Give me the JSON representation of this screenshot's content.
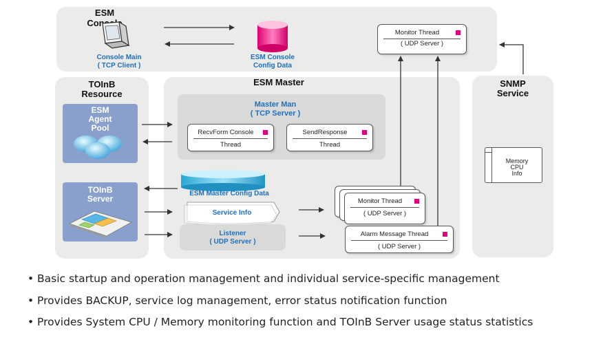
{
  "console": {
    "title": "ESM Console",
    "main_label_1": "Console Main",
    "main_label_2": "( TCP Client )",
    "config_label_1": "ESM Console",
    "config_label_2": "Config Data",
    "monitor_name": "Monitor Thread",
    "monitor_sub": "( UDP  Server )"
  },
  "resource": {
    "title_1": "TOInB",
    "title_2": "Resource",
    "agent_pool_1": "ESM",
    "agent_pool_2": "Agent",
    "agent_pool_3": "Pool",
    "server_1": "TOInB",
    "server_2": "Server"
  },
  "master": {
    "title": "ESM  Master",
    "man_title_1": "Master  Man",
    "man_title_2": "( TCP Server )",
    "recv_name": "RecvForm Console",
    "recv_sub": "Thread",
    "send_name": "SendResponse",
    "send_sub": "Thread",
    "config_label": "ESM Master Config Data",
    "service_info": "Service Info",
    "listener_1": "Listener",
    "listener_2": "( UDP Server )",
    "monitor_name": "Monitor Thread",
    "monitor_sub": "( UDP  Server )",
    "alarm_name": "Alarm Message Thread",
    "alarm_sub": "( UDP  Server )"
  },
  "snmp": {
    "title_1": "SNMP",
    "title_2": "Service",
    "info_1": "Memory",
    "info_2": "CPU",
    "info_3": "Info"
  },
  "bullets": [
    "Basic startup and operation management and individual service-specific management",
    "Provides BACKUP, service log management, error status notification function",
    "Provides System CPU / Memory monitoring function and TOInB Server usage status statistics"
  ],
  "colors": {
    "accent_pink": "#e3007f",
    "label_blue": "#1f6fc0",
    "panel_gray": "#ebecea"
  }
}
